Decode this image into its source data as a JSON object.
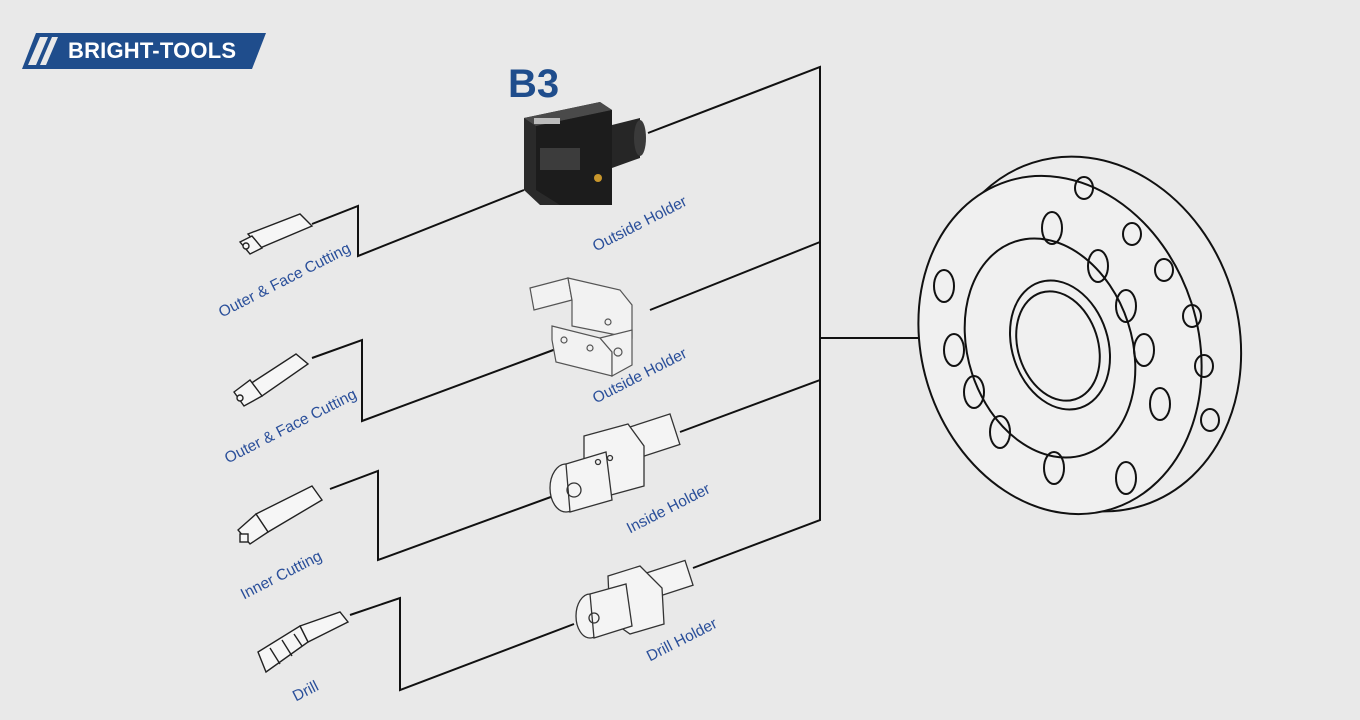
{
  "brand": {
    "name": "BRIGHT-TOOLS",
    "color": "#1f4d8c"
  },
  "featured_holder_code": "B3",
  "holders": [
    {
      "label": "Outside  Holder",
      "icon": "vdi-b3-outside-holder-photo"
    },
    {
      "label": "Outside  Holder",
      "icon": "vdi-b3-outside-holder-drawing"
    },
    {
      "label": "Inside Holder",
      "icon": "vdi-inside-holder-drawing"
    },
    {
      "label": "Drill Holder",
      "icon": "vdi-drill-holder-drawing"
    }
  ],
  "tools": [
    {
      "label": "Outer & Face Cutting",
      "icon": "turning-insert-tool"
    },
    {
      "label": "Outer & Face Cutting",
      "icon": "turning-insert-tool"
    },
    {
      "label": "Inner Cutting",
      "icon": "boring-bar"
    },
    {
      "label": "Drill",
      "icon": "twist-drill"
    }
  ],
  "turret": {
    "icon": "vdi-turret-disc"
  },
  "colors": {
    "background": "#e9e9e9",
    "label_text": "#2a4f9a",
    "line": "#111111"
  }
}
